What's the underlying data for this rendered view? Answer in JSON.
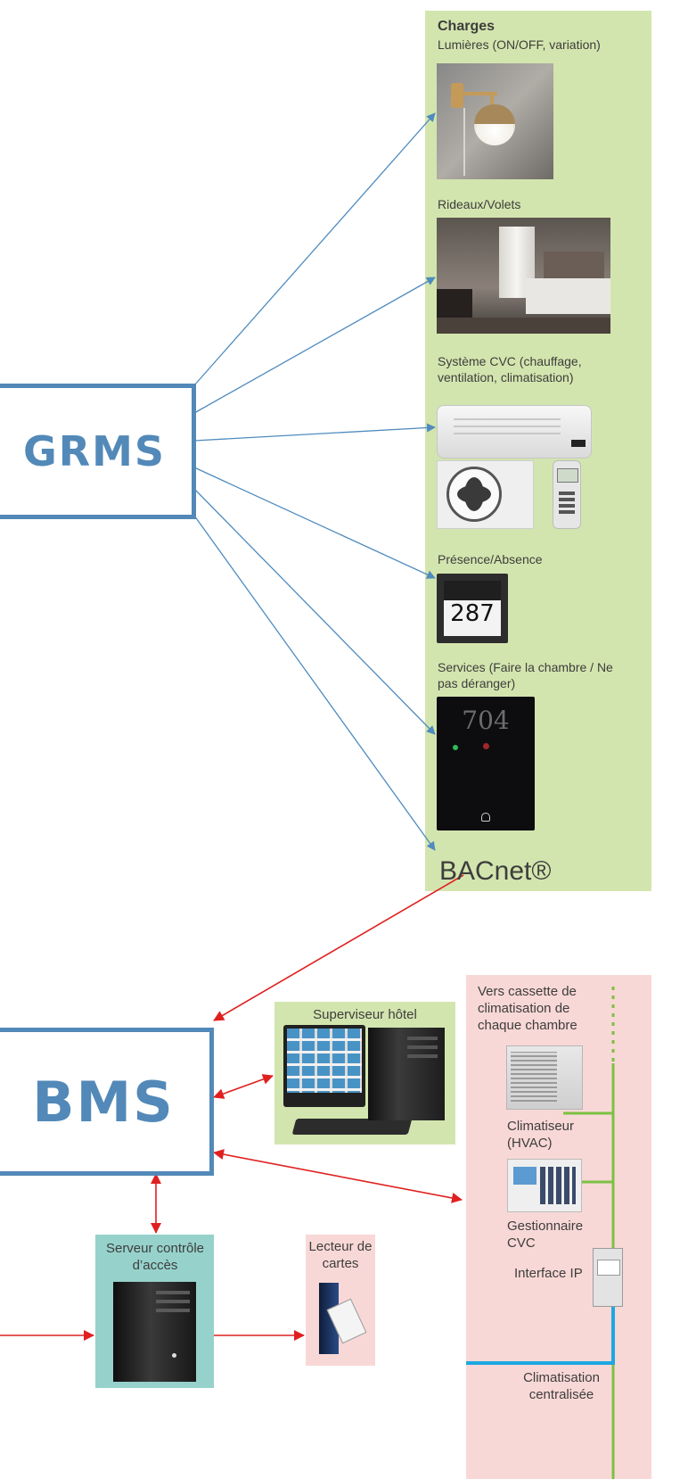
{
  "charges": {
    "title": "Charges",
    "lights": "Lumières (ON/OFF, variation)",
    "curtains": "Rideaux/Volets",
    "hvac": "Système CVC (chauffage, ventilation, climatisation)",
    "presence": "Présence/Absence",
    "presence_display": "287",
    "services": "Services (Faire la chambre / Ne pas déranger)",
    "services_display": "704",
    "protocol": "BACnet®"
  },
  "grms": {
    "label": "GRMS"
  },
  "bms": {
    "label": "BMS"
  },
  "supervisor": {
    "label": "Superviseur hôtel"
  },
  "access_server": {
    "label": "Serveur contrôle d’accès"
  },
  "card_reader": {
    "label": "Lecteur de cartes"
  },
  "hvac_panel": {
    "cassette": "Vers cassette de climatisation de chaque chambre",
    "climatiseur": "Climatiseur (HVAC)",
    "gestionnaire": "Gestionnaire CVC",
    "interface_ip": "Interface IP",
    "centralized": "Climatisation centralisée"
  },
  "colors": {
    "blue_link": "#4f8bbf",
    "red_link": "#e02020",
    "green_link": "#7bc143",
    "cyan_link": "#1ea7e1",
    "box_border": "#5289b8"
  }
}
